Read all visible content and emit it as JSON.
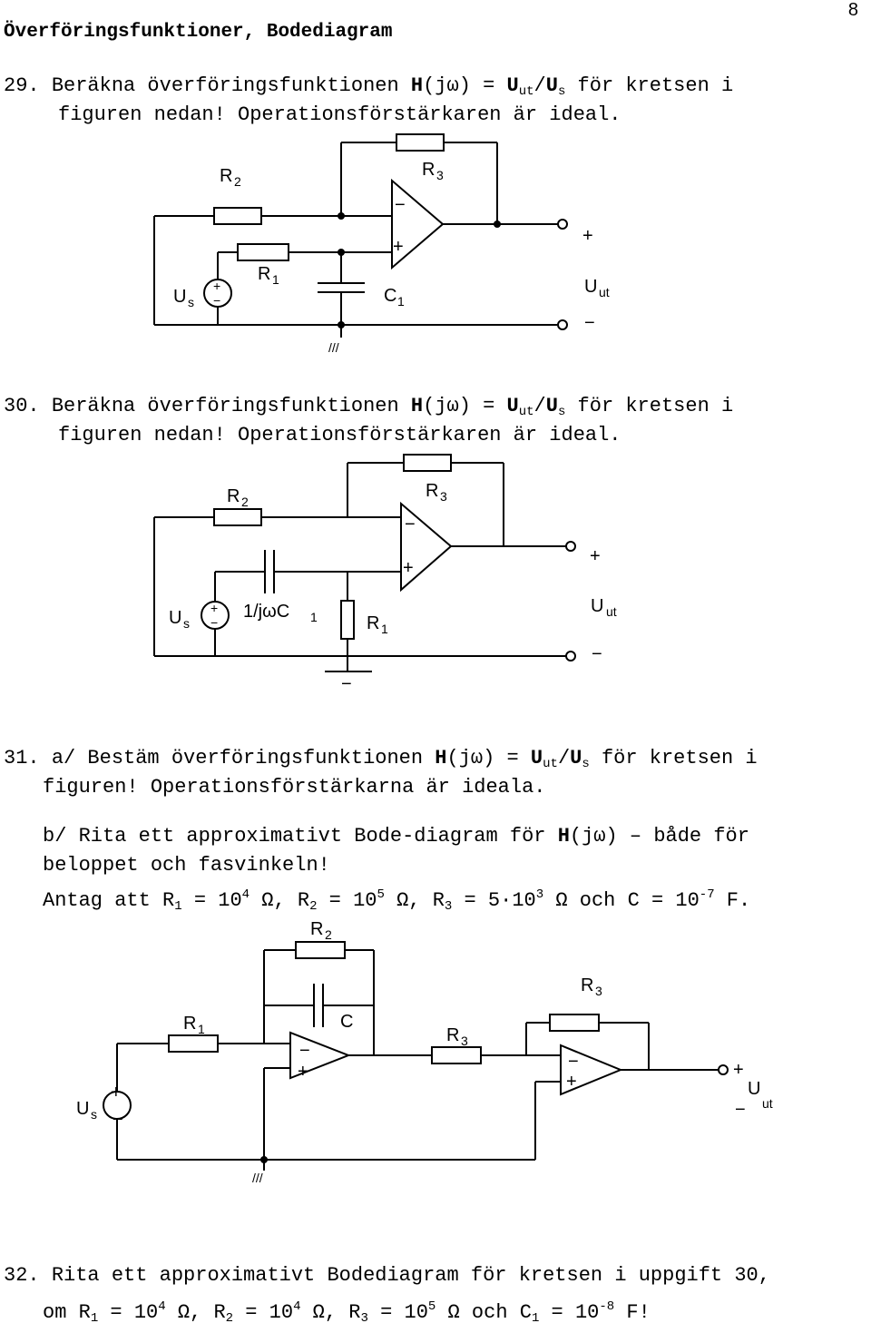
{
  "page": {
    "header": "Överföringsfunktioner, Bodediagram",
    "number": "8"
  },
  "p29": {
    "num": "29.",
    "t1": "Beräkna överföringsfunktionen",
    "H": "H",
    "jw": "(jω) =",
    "U": "U",
    "ut": "ut",
    "slash": "/",
    "s": "s",
    "t2": "för kretsen i",
    "line2": "figuren nedan! Operationsförstärkaren är ideal."
  },
  "c29": {
    "R2": "R",
    "R2s": "2",
    "R3": "R",
    "R3s": "3",
    "R1": "R",
    "R1s": "1",
    "C1": "C",
    "C1s": "1",
    "Us": "U",
    "Uss": "s",
    "Uut": "U",
    "Uuts": "ut",
    "plus": "+",
    "minus": "−",
    "ground": "///"
  },
  "p30": {
    "num": "30.",
    "t1": "Beräkna överföringsfunktionen",
    "H": "H",
    "jw": "(jω) =",
    "U": "U",
    "ut": "ut",
    "slash": "/",
    "s": "s",
    "t2": "för kretsen i",
    "line2": "figuren nedan! Operationsförstärkaren är ideal."
  },
  "c30": {
    "R2": "R",
    "R2s": "2",
    "R3": "R",
    "R3s": "3",
    "R1": "R",
    "R1s": "1",
    "C": "1/jωC",
    "Cs": "1",
    "Us": "U",
    "Uss": "s",
    "Uut": "U",
    "Uuts": "ut",
    "plus": "+",
    "minus": "−"
  },
  "p31": {
    "num": "31.",
    "a1": "a/ Bestäm överföringsfunktionen",
    "H": "H",
    "jw": "(jω) =",
    "U": "U",
    "ut": "ut",
    "slash": "/",
    "s": "s",
    "a2": "för kretsen i",
    "a3": "figuren! Operationsförstärkarna är ideala.",
    "b1": "b/ Rita ett approximativt Bode-diagram för",
    "b2": "(jω) – både för",
    "b3": "beloppet och fasvinkeln!",
    "c1": "Antag att R",
    "c1s": "1",
    "c2": " = 10",
    "c2e": "4",
    "c3": " Ω, R",
    "c3s": "2",
    "c4": " = 10",
    "c4e": "5",
    "c5": " Ω, R",
    "c5s": "3",
    "c6": " = 5·10",
    "c6e": "3",
    "c7": " Ω och C = 10",
    "c7e": "-7",
    "c8": " F."
  },
  "c31": {
    "R1": "R",
    "R1s": "1",
    "R2": "R",
    "R2s": "2",
    "R3a": "R",
    "R3as": "3",
    "R3b": "R",
    "R3bs": "3",
    "C": "C",
    "Us": "U",
    "Uss": "s",
    "Uut": "U",
    "Uuts": "ut",
    "plus": "+",
    "minus": "−",
    "ground": "///"
  },
  "p32": {
    "num": "32.",
    "t1": "Rita ett approximativt Bodediagram för kretsen i uppgift 30,",
    "l2a": "om R",
    "l2as": "1",
    "l2b": " = 10",
    "l2be": "4",
    "l2c": " Ω, R",
    "l2cs": "2",
    "l2d": " = 10",
    "l2de": "4",
    "l2e": " Ω, R",
    "l2es": "3",
    "l2f": " = 10",
    "l2fe": "5",
    "l2g": " Ω och C",
    "l2gs": "1",
    "l2h": " = 10",
    "l2he": "-8",
    "l2i": " F!"
  }
}
